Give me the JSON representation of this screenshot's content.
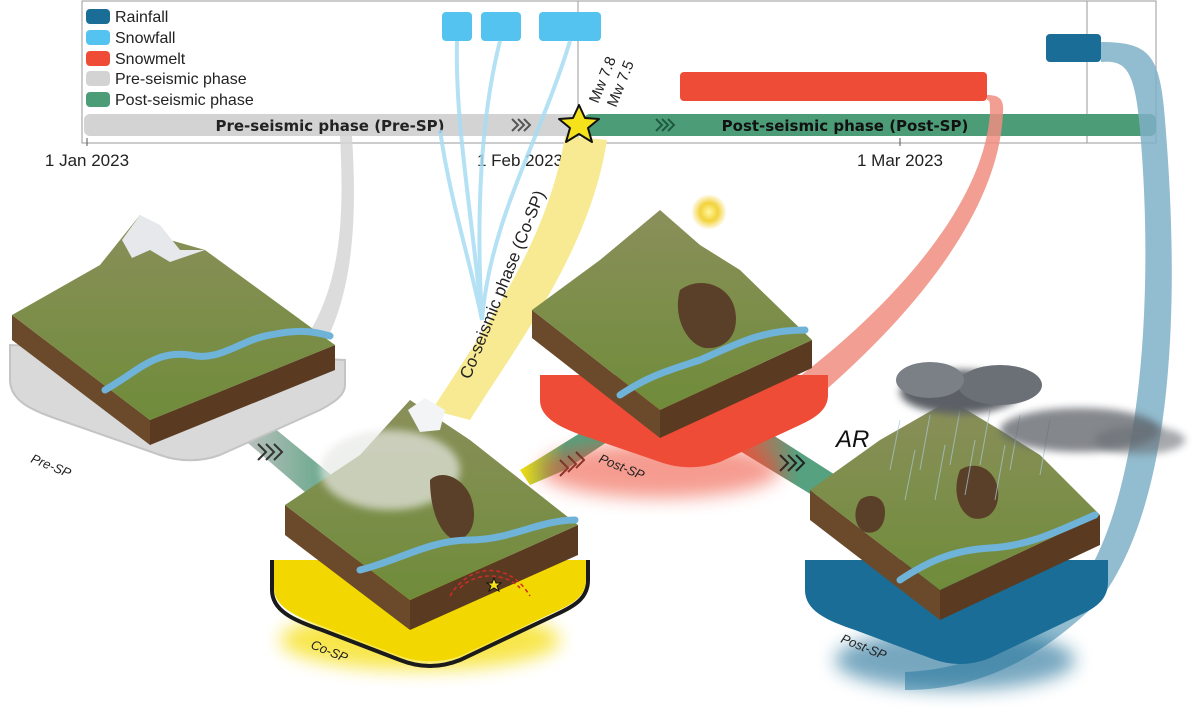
{
  "legend": [
    {
      "label": "Rainfall",
      "color": "#1a6d96"
    },
    {
      "label": "Snowfall",
      "color": "#55c3ef"
    },
    {
      "label": "Snowmelt",
      "color": "#ee4c36"
    },
    {
      "label": "Pre-seismic phase",
      "color": "#d3d3d3"
    },
    {
      "label": "Post-seismic phase",
      "color": "#4d9c78"
    }
  ],
  "timeline": {
    "pre_label": "Pre-seismic phase (Pre-SP)",
    "post_label": "Post-seismic phase (Post-SP)",
    "dates": [
      "1 Jan 2023",
      "1 Feb 2023",
      "1 Mar 2023"
    ],
    "events": [
      "Mw 7.8",
      "Mw 7.5"
    ],
    "co_label": "Co-seismic phase (Co-SP)"
  },
  "scenes": [
    {
      "label": "Pre-SP",
      "color": "#d9d9d9",
      "icon": "snow-capped-mountain"
    },
    {
      "label": "Co-SP",
      "color": "#f5dc00",
      "icon": "earthquake-landslide"
    },
    {
      "label": "Post-SP",
      "color": "#ee4c36",
      "icon": "snowmelt-sun"
    },
    {
      "label": "Post-SP",
      "color": "#1a6d96",
      "icon": "rain-cloud"
    }
  ],
  "ar_label": "AR"
}
